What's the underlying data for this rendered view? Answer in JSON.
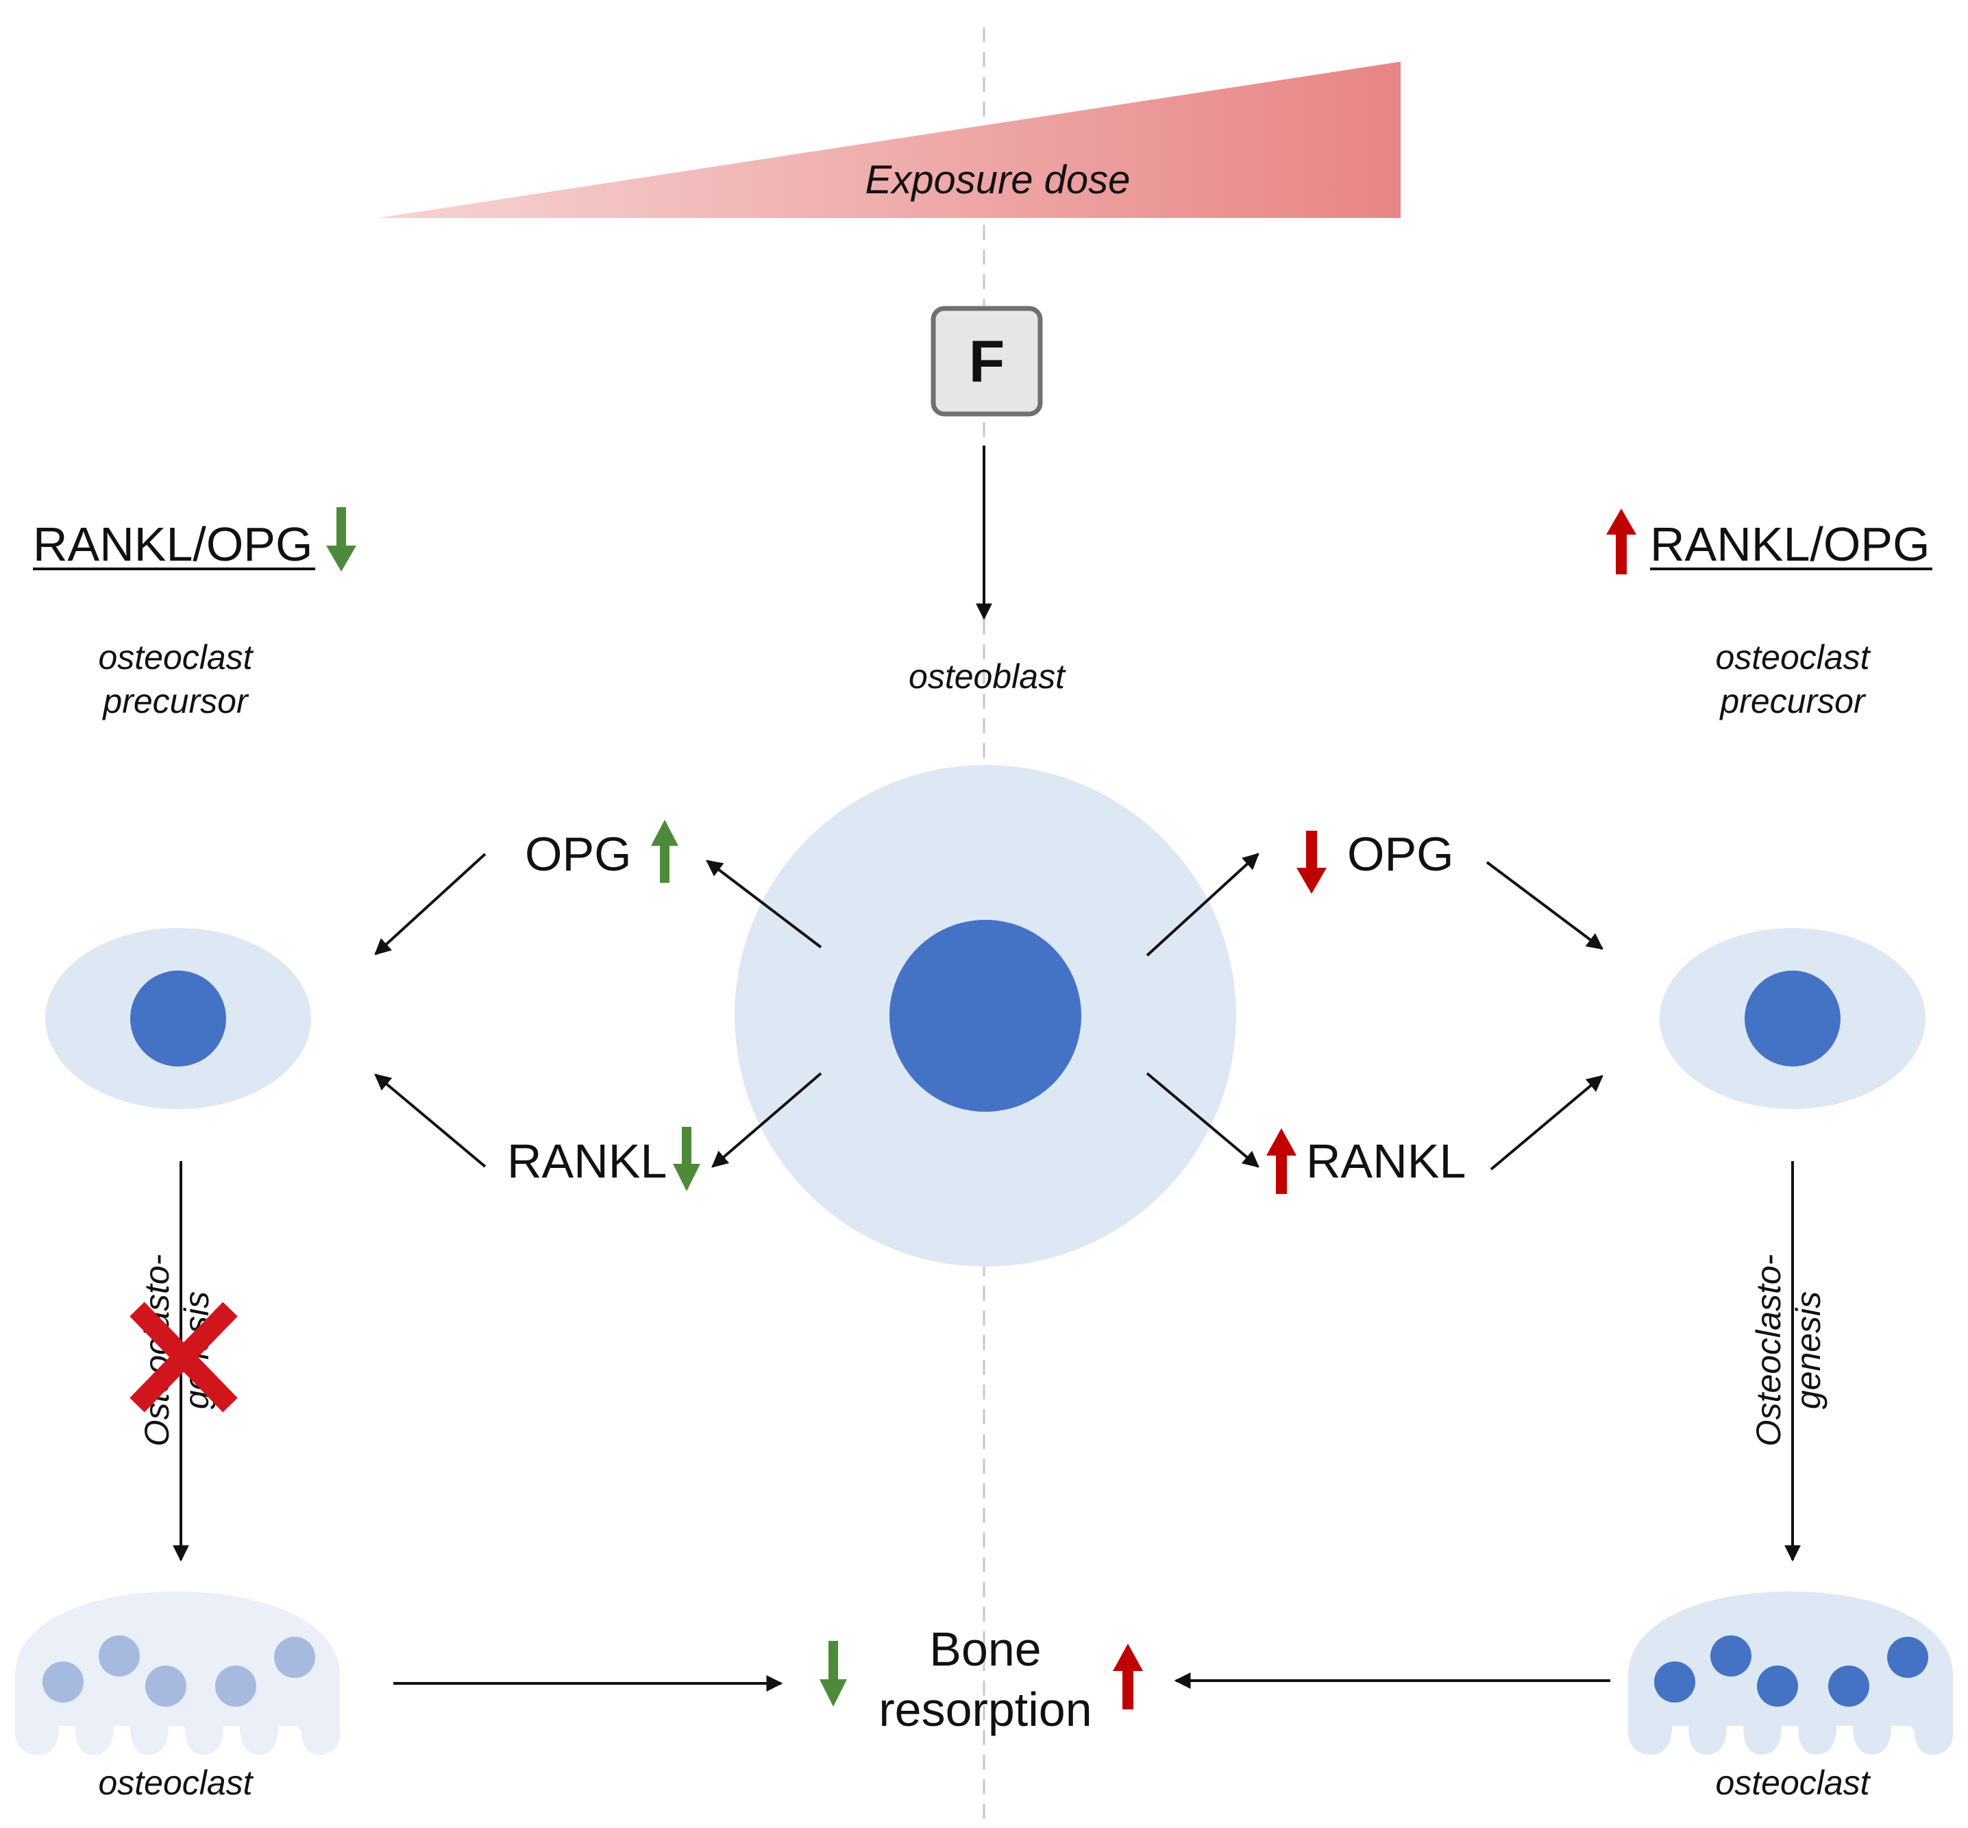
{
  "exposure": {
    "label": "Exposure dose",
    "color_low": "#f6d4d4",
    "color_high": "#e88585"
  },
  "fluoride": {
    "label": "F"
  },
  "labels": {
    "osteoblast": "osteoblast",
    "precursor_left_1": "osteoclast",
    "precursor_left_2": "precursor",
    "precursor_right_1": "osteoclast",
    "precursor_right_2": "precursor",
    "osteoclast_left": "osteoclast",
    "osteoclast_right": "osteoclast",
    "ratio_left": "RANKL/OPG",
    "ratio_right": "RANKL/OPG",
    "opg_left": "OPG",
    "rankl_left": "RANKL",
    "opg_right": "OPG",
    "rankl_right": "RANKL",
    "genesis_left_1": "Osteoclasto-",
    "genesis_left_2": "genesis",
    "genesis_right_1": "Osteoclasto-",
    "genesis_right_2": "genesis",
    "bone_1": "Bone",
    "bone_2": "resorption"
  },
  "colors": {
    "green": "#4e8a3a",
    "red": "#c00000",
    "cross": "#d1151c",
    "nucleus": "#4472c4",
    "nucleus_light": "#a6badf",
    "cell_light": "#dde8f4",
    "cell_pale": "#eaeff8"
  },
  "icons": [
    "arrow-up-icon",
    "arrow-down-icon",
    "cross-icon"
  ]
}
